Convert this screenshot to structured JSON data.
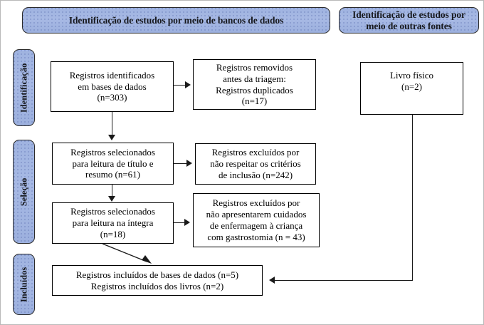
{
  "diagram": {
    "type": "prisma-flow-diagram",
    "language": "pt-BR",
    "accent_color": "#a2b5e2",
    "border_color": "#000000",
    "page_border_color": "#b9b9b9"
  },
  "headers": [
    {
      "id": "databases",
      "label": "Identificação de estudos por meio de bancos de dados"
    },
    {
      "id": "other-sources",
      "label": "Identificação de estudos por meio de outras fontes"
    }
  ],
  "stages": [
    {
      "id": "identificacao",
      "label": "Identificação"
    },
    {
      "id": "selecao",
      "label": "Seleção"
    },
    {
      "id": "incluidos",
      "label": "Incluídos"
    }
  ],
  "boxes": {
    "identified": {
      "lines": [
        "Registros identificados",
        "em bases de dados",
        "(n=303)"
      ],
      "count": 303
    },
    "removed": {
      "lines": [
        "Registros removidos",
        "antes da triagem:",
        "Registros duplicados",
        "(n=17)"
      ],
      "count": 17
    },
    "physical_book": {
      "lines": [
        "Livro físico",
        "(n=2)"
      ],
      "count": 2
    },
    "screened": {
      "lines": [
        "Registros selecionados",
        "para leitura de título e",
        "resumo (n=61)"
      ],
      "count": 61
    },
    "excluded_criteria": {
      "lines": [
        "Registros excluídos por",
        "não respeitar os critérios",
        "de inclusão (n=242)"
      ],
      "count": 242
    },
    "fulltext": {
      "lines": [
        "Registros selecionados",
        "para leitura na íntegra",
        "(n=18)"
      ],
      "count": 18
    },
    "excluded_content": {
      "lines": [
        "Registros excluídos por",
        "não apresentarem cuidados",
        "de enfermagem à criança",
        "com gastrostomia (n = 43)"
      ],
      "count": 43
    },
    "included": {
      "lines": [
        "Registros incluídos de bases de dados (n=5)",
        "Registros incluídos dos livros (n=2)"
      ],
      "count_databases": 5,
      "count_books": 2
    }
  }
}
